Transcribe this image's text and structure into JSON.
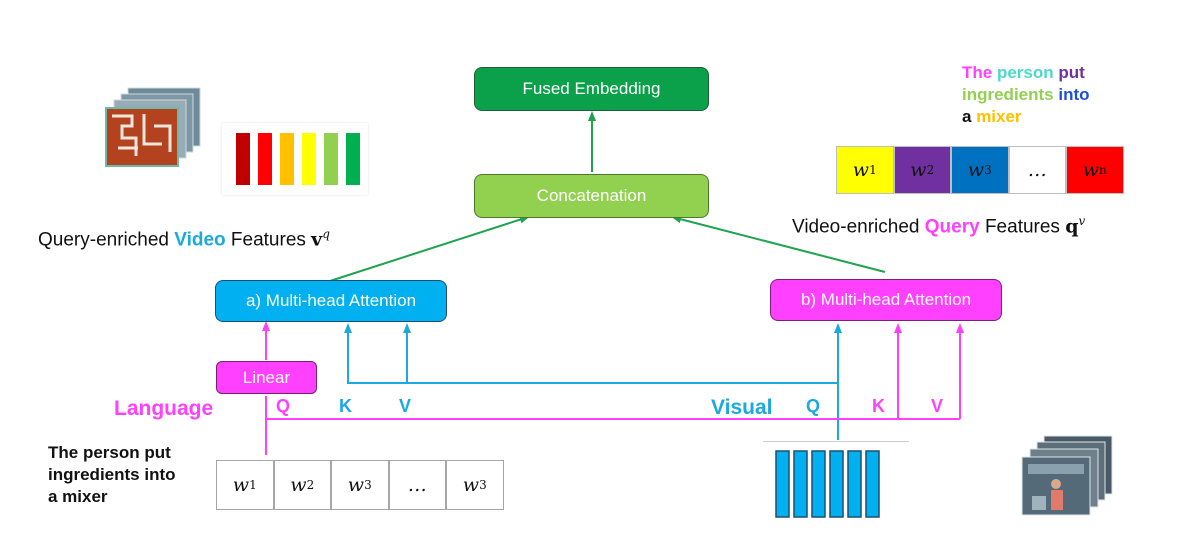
{
  "boxes": {
    "fused": "Fused Embedding",
    "concat": "Concatenation",
    "mha_a": "a) Multi-head Attention",
    "mha_b": "b) Multi-head Attention",
    "linear": "Linear"
  },
  "labels": {
    "language": "Language",
    "visual": "Visual",
    "q_left": "Q",
    "k_left": "K",
    "v_left": "V",
    "q_right": "Q",
    "k_right": "K",
    "v_right": "V"
  },
  "video_features": {
    "prefix": "Query-enriched ",
    "highlight": "Video",
    "suffix": " Features ",
    "math": "v",
    "sup": "q"
  },
  "query_features": {
    "prefix": "Video-enriched ",
    "highlight": "Query",
    "suffix": " Features ",
    "math": "q",
    "sup": "v"
  },
  "caption_left": {
    "line1": "The person put",
    "line2": "ingredients into",
    "line3": "a mixer"
  },
  "caption_right": {
    "w1": "The ",
    "w2": "person ",
    "w3": "put",
    "w4": "ingredients ",
    "w5": "into",
    "w6": "a ",
    "w7": "mixer"
  },
  "word_cells_left": [
    {
      "base": "w",
      "sub": "1"
    },
    {
      "base": "w",
      "sub": "2"
    },
    {
      "base": "w",
      "sub": "3"
    },
    {
      "base": "…",
      "sub": ""
    },
    {
      "base": "w",
      "sub": "3"
    }
  ],
  "word_cells_right": [
    {
      "base": "w",
      "sub": "1",
      "color": "#ffff00"
    },
    {
      "base": "w",
      "sub": "2",
      "color": "#7030a0"
    },
    {
      "base": "w",
      "sub": "3",
      "color": "#0070c0"
    },
    {
      "base": "…",
      "sub": "",
      "color": "#ffffff"
    },
    {
      "base": "w",
      "sub": "n",
      "color": "#ff0000"
    }
  ],
  "colors": {
    "green_dark": "#0aa14a",
    "green_light": "#92d050",
    "blue": "#00b0f0",
    "magenta": "#ff40ff",
    "caption_the": "#ff40ff",
    "caption_person": "#4dd8c8",
    "caption_put": "#7030a0",
    "caption_ingredients": "#92d050",
    "caption_into": "#1f4fd8",
    "caption_mixer": "#ffc000"
  },
  "video_bar_colors": [
    "#c00000",
    "#ff0000",
    "#ffc000",
    "#ffff00",
    "#92d050",
    "#00b050"
  ]
}
